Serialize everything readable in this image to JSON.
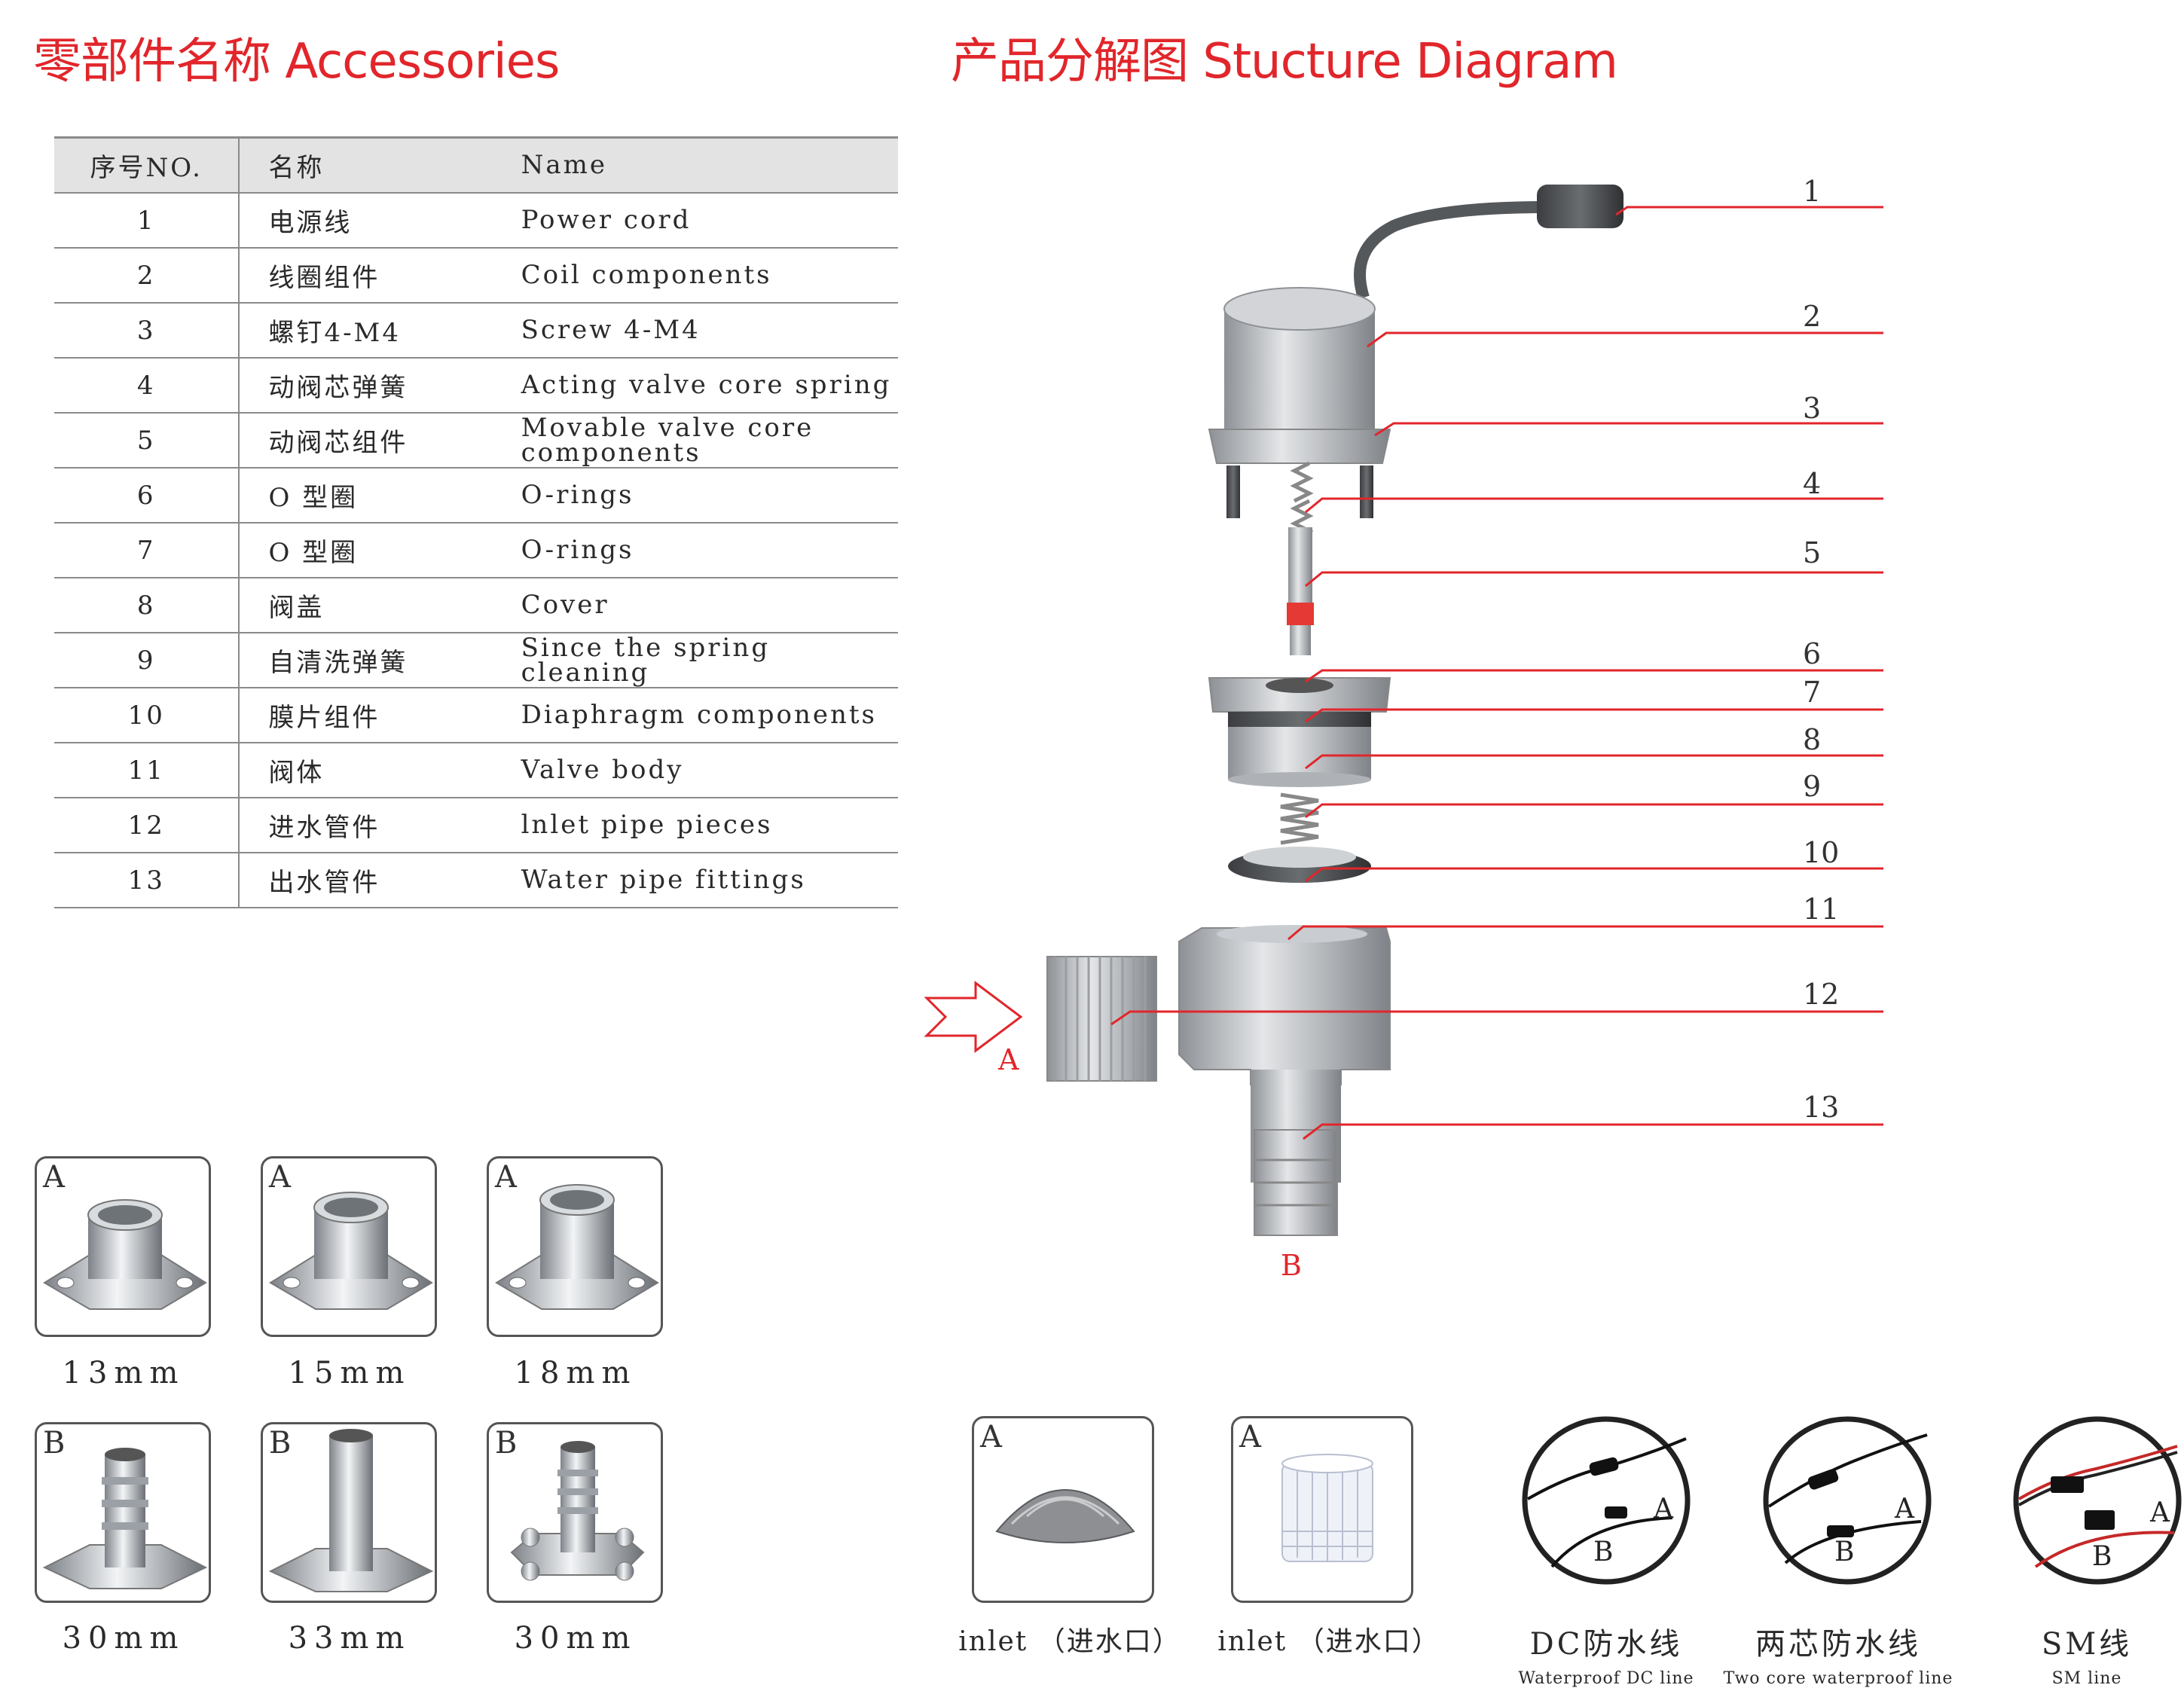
{
  "titles": {
    "accessories": "零部件名称 Accessories",
    "diagram": "产品分解图 Stucture Diagram"
  },
  "table": {
    "headers": [
      "序号NO.",
      "名称",
      "Name"
    ],
    "rows": [
      {
        "no": "1",
        "cn": "电源线",
        "en": "Power cord"
      },
      {
        "no": "2",
        "cn": "线圈组件",
        "en": "Coil components"
      },
      {
        "no": "3",
        "cn": "螺钉4-M4",
        "en": "Screw 4-M4"
      },
      {
        "no": "4",
        "cn": "动阀芯弹簧",
        "en": "Acting valve core spring"
      },
      {
        "no": "5",
        "cn": "动阀芯组件",
        "en": "Movable valve core components"
      },
      {
        "no": "6",
        "cn": "O 型圈",
        "en": "O-rings"
      },
      {
        "no": "7",
        "cn": "O 型圈",
        "en": "O-rings"
      },
      {
        "no": "8",
        "cn": "阀盖",
        "en": "Cover"
      },
      {
        "no": "9",
        "cn": "自清洗弹簧",
        "en": "Since the spring cleaning"
      },
      {
        "no": "10",
        "cn": "膜片组件",
        "en": "Diaphragm components"
      },
      {
        "no": "11",
        "cn": "阀体",
        "en": "Valve body"
      },
      {
        "no": "12",
        "cn": "进水管件",
        "en": "lnlet pipe pieces"
      },
      {
        "no": "13",
        "cn": "出水管件",
        "en": "Water pipe fittings"
      }
    ]
  },
  "fittings": [
    {
      "tag": "A",
      "size": "13mm"
    },
    {
      "tag": "A",
      "size": "15mm"
    },
    {
      "tag": "A",
      "size": "18mm"
    },
    {
      "tag": "B",
      "size": "30mm"
    },
    {
      "tag": "B",
      "size": "33mm"
    },
    {
      "tag": "B",
      "size": "30mm"
    }
  ],
  "inlets": [
    {
      "tag": "A",
      "label": "inlet （进水口）"
    },
    {
      "tag": "A",
      "label": "inlet （进水口）"
    }
  ],
  "cables": [
    {
      "title": "DC防水线",
      "sub": "Waterproof  DC line",
      "a": "A",
      "b": "B"
    },
    {
      "title": "两芯防水线",
      "sub": "Two core waterproof line",
      "a": "A",
      "b": "B"
    },
    {
      "title": "SM线",
      "sub": "SM line",
      "a": "A",
      "b": "B"
    }
  ],
  "diagram": {
    "callouts": [
      "1",
      "2",
      "3",
      "4",
      "5",
      "6",
      "7",
      "8",
      "9",
      "10",
      "11",
      "12",
      "13"
    ],
    "inlet_mark": "A",
    "outlet_mark": "B",
    "accent_color": "#e1262b"
  }
}
